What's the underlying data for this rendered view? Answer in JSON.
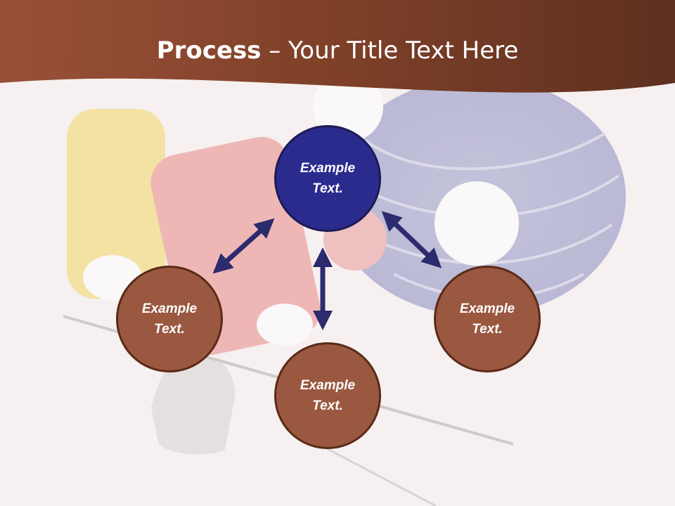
{
  "title": {
    "bold": "Process",
    "rest": " – Your Title Text Here"
  },
  "colors": {
    "header": "#8a4630",
    "header_dark": "#5e3020",
    "center_node": "#2b2b8e",
    "side_node": "#9a5840",
    "arrow": "#2b2b6e"
  },
  "nodes": [
    {
      "id": "top",
      "text": "Example Text."
    },
    {
      "id": "left",
      "text": "Example Text."
    },
    {
      "id": "bottom",
      "text": "Example Text."
    },
    {
      "id": "right",
      "text": "Example Text."
    }
  ]
}
